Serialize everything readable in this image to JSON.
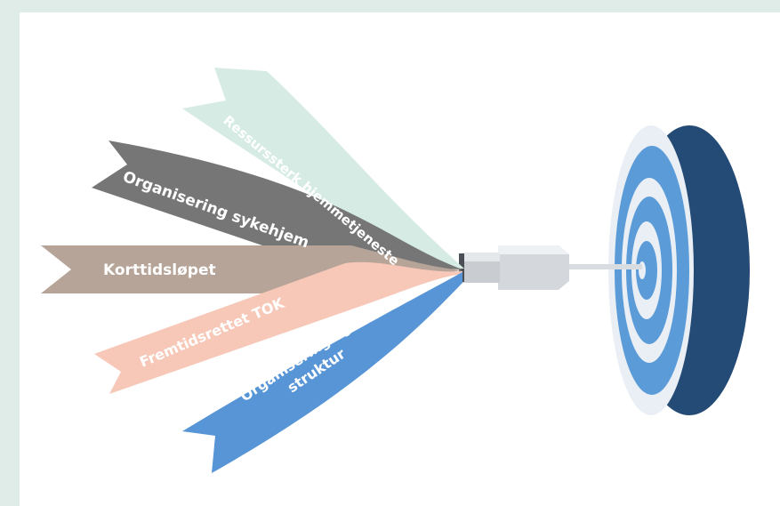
{
  "colors": {
    "frame": "#dfece7",
    "ribbon_mint": "#d5ebe4",
    "ribbon_grey": "#767676",
    "ribbon_taupe": "#b7a498",
    "ribbon_peach": "#f7c8b8",
    "ribbon_blue": "#5795d6",
    "target_dark": "#244a76",
    "target_blue": "#5b9bd8",
    "target_light": "#e9eff5"
  },
  "ribbons": [
    {
      "label": "Ressurssterk hjemmetjeneste",
      "color": "ribbon_mint"
    },
    {
      "label": "Organisering sykehjem",
      "color": "ribbon_grey"
    },
    {
      "label": "Korttidsløpet",
      "color": "ribbon_taupe"
    },
    {
      "label": "Fremtidsrettet TOK",
      "color": "ribbon_peach"
    },
    {
      "label_line1": "Organisering og",
      "label_line2": "struktur",
      "color": "ribbon_blue"
    }
  ],
  "icons": [
    "dart-icon",
    "target-icon"
  ]
}
